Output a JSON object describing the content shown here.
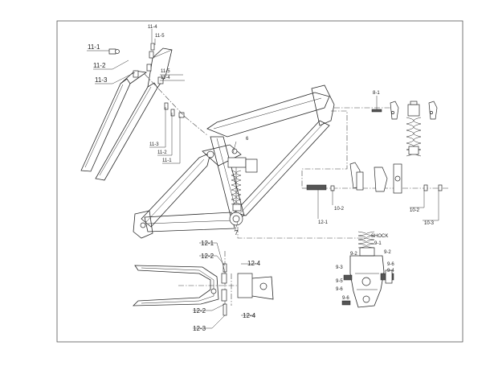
{
  "labels": {
    "l_11_4_a": "11-4",
    "l_11_5_a": "11-5",
    "l_11_1_a": "11-1",
    "l_11_2_a": "11-2",
    "l_11_3_a": "11-3",
    "l_11_5_b": "11-5",
    "l_11_4_b": "11-4",
    "l_11_3_b": "11-3",
    "l_11_2_b": "11-2",
    "l_11_1_b": "11-1",
    "l_8_1": "8-1",
    "l_6": "6",
    "l_7": "7",
    "l_10_2_a": "10-2",
    "l_12_1_a": "12-1",
    "l_10_2_b": "10-2",
    "l_10_3": "10-3",
    "l_shock": "SHOCK",
    "l_9_1": "9-1",
    "l_9_2_a": "9-2",
    "l_9_2_b": "9-2",
    "l_9_3": "9-3",
    "l_9_5": "9-5",
    "l_9_6_a": "9-6",
    "l_9_4": "9-4",
    "l_9_6_b": "9-6",
    "l_9_6_c": "9-6",
    "l_12_1_b": "12-1",
    "l_12_2_a": "12-2",
    "l_12_4_a": "12-4",
    "l_12_2_b": "12-2",
    "l_12_4_b": "12-4",
    "l_12_3": "12-3"
  }
}
